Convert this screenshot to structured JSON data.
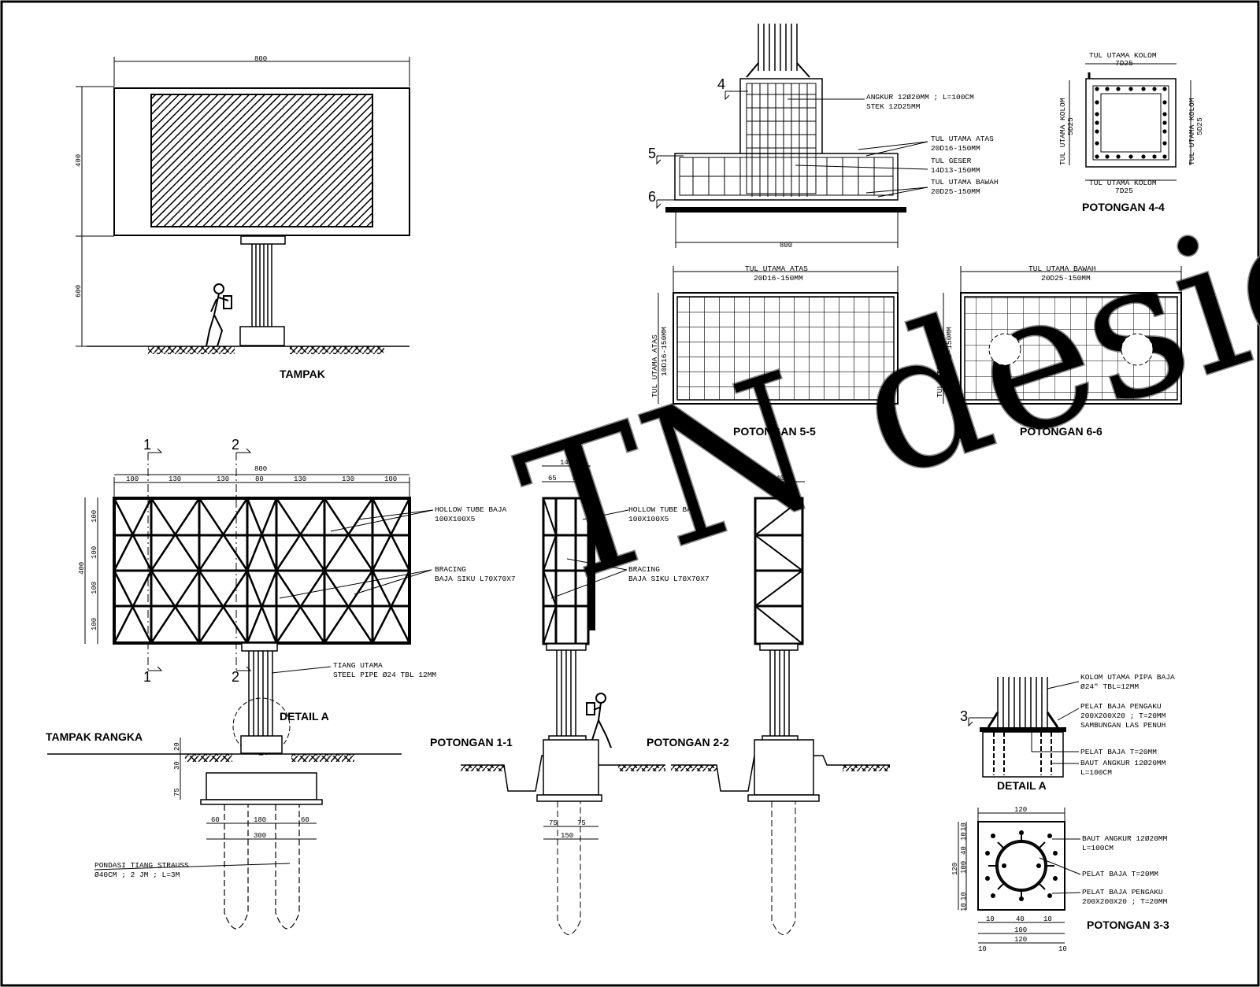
{
  "watermark": "TN design",
  "views": {
    "tampak": "TAMPAK",
    "tampak_rangka": "TAMPAK RANGKA",
    "pot_11": "POTONGAN 1-1",
    "pot_22": "POTONGAN 2-2",
    "pot_44": "POTONGAN 4-4",
    "pot_55": "POTONGAN 5-5",
    "pot_66": "POTONGAN 6-6",
    "pot_33": "POTONGAN 3-3",
    "detail_a": "DETAIL A",
    "detail_a_tag": "DETAIL A"
  },
  "tampak": {
    "dim_width": "800",
    "dim_board": "400",
    "dim_pole": "600"
  },
  "rangka": {
    "dim_total": "800",
    "dims_top": [
      "100",
      "130",
      "130",
      "80",
      "130",
      "130",
      "100"
    ],
    "dims_left": [
      "100",
      "100",
      "100",
      "100"
    ],
    "dim_height": "400",
    "footing_dims": [
      "20",
      "30",
      "75"
    ],
    "base_dims": [
      "60",
      "180",
      "60"
    ],
    "base_total": "300",
    "hollow_1": "HOLLOW TUBE BAJA",
    "hollow_2": "100X100X5",
    "bracing_1": "BRACING",
    "bracing_2": "BAJA SIKU L70X70X7",
    "tiang_1": "TIANG UTAMA",
    "tiang_2": "STEEL PIPE Ø24 TBL 12MM",
    "pondasi_1": "PONDASI TIANG STRAUSS",
    "pondasi_2": "Ø40CM ; 2 JM ; L=3M"
  },
  "sec11": {
    "dim_total": "140",
    "dim_a": "65",
    "dim_b": "75",
    "hollow_1": "HOLLOW TUBE BAJA",
    "hollow_2": "100X100X5",
    "bracing_1": "BRACING",
    "bracing_2": "BAJA SIKU L70X70X7",
    "dim_base_a": "75",
    "dim_base_b": "75",
    "dim_base_total": "150"
  },
  "sec22": {
    "dim_total": "140"
  },
  "markers": {
    "m1": "1",
    "m2": "2",
    "m3": "3",
    "m4": "4",
    "m5": "5",
    "m6": "6"
  },
  "footing": {
    "angkur_1": "ANGKUR 12Ø20MM ; L=100CM",
    "angkur_2": "STEK 12D25MM",
    "atas_1": "TUL UTAMA ATAS",
    "atas_2": "20D16-150MM",
    "geser_1": "TUL GESER",
    "geser_2": "14D13-150MM",
    "bawah_1": "TUL UTAMA BAWAH",
    "bawah_2": "20D25-150MM",
    "dim_width": "800"
  },
  "pot44": {
    "top_1": "TUL UTAMA KOLOM",
    "top_2": "7D25",
    "left_1": "TUL UTAMA KOLOM",
    "left_2": "5D25",
    "right_1": "TUL UTAMA KOLOM",
    "right_2": "5D25",
    "bottom_1": "TUL UTAMA KOLOM",
    "bottom_2": "7D25"
  },
  "pot55": {
    "top_1": "TUL UTAMA ATAS",
    "top_2": "20D16-150MM",
    "side_1": "TUL UTAMA ATAS",
    "side_2": "10D16-150MM"
  },
  "pot66": {
    "top_1": "TUL UTAMA BAWAH",
    "top_2": "20D25-150MM",
    "side_1": "TUL UTAMA BAWAH",
    "side_2": "10D25-150MM"
  },
  "detail": {
    "kolom_1": "KOLOM UTAMA PIPA BAJA",
    "kolom_2": "Ø24\" TBL=12MM",
    "pengaku_1": "PELAT BAJA PENGAKU",
    "pengaku_2": "200X200X20 ; T=20MM",
    "pengaku_3": "SAMBUNGAN LAS PENUH",
    "pelat": "PELAT BAJA T=20MM",
    "baut_1": "BAUT ANGKUR 12Ø20MM",
    "baut_2": "L=100CM"
  },
  "pot33": {
    "dim_top": "120",
    "baut_1": "BAUT ANGKUR 12Ø20MM",
    "baut_2": "L=100CM",
    "pelat": "PELAT BAJA T=20MM",
    "pengaku_1": "PELAT BAJA PENGAKU",
    "pengaku_2": "200X200X20 ; T=20MM",
    "dims_left": [
      "10",
      "10",
      "40",
      "100",
      "10",
      "10"
    ],
    "dim_left_total": "120",
    "dims_bottom": [
      "10",
      "40",
      "10"
    ],
    "dim_bottom_a": "100",
    "dim_bottom_b": "120",
    "dim_bottom_c": "10",
    "dim_bottom_d": "10"
  }
}
